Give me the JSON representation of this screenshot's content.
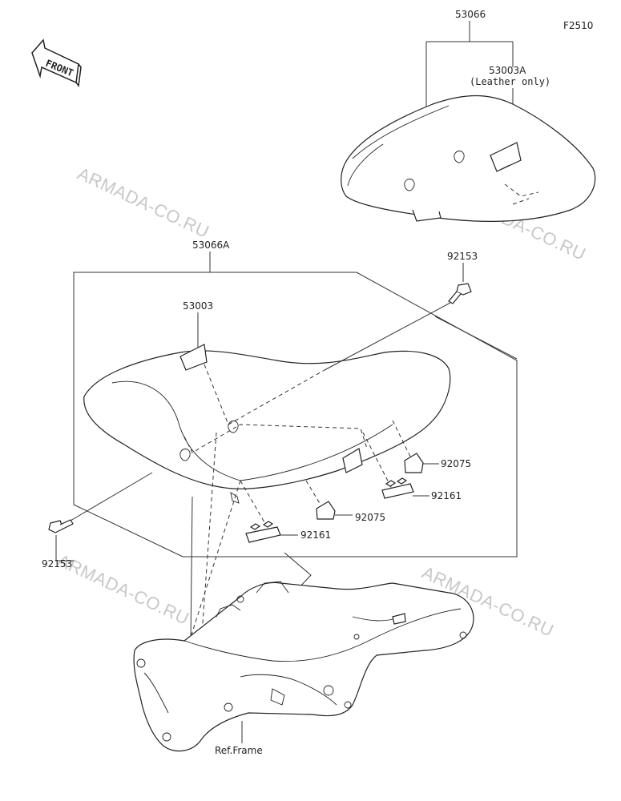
{
  "figure_code": "F2510",
  "front_label": "FRONT",
  "watermark": "ARMADA-CO.RU",
  "parts": {
    "seat_assy_rear": "53066",
    "cover_rear": "53003A",
    "cover_rear_note": "(Leather only)",
    "seat_assy_front": "53066A",
    "cover_front": "53003",
    "bolt_right": "92153",
    "bolt_left": "92153",
    "damper_right": "92075",
    "damper_center": "92075",
    "clip_right": "92161",
    "clip_center": "92161",
    "frame_ref": "Ref.Frame"
  }
}
